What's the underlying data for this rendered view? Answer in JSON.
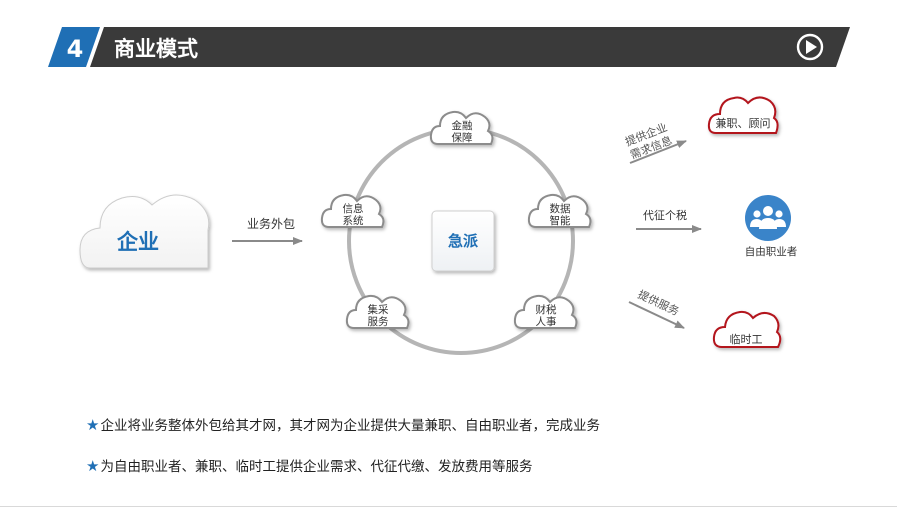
{
  "header": {
    "number": "4",
    "title": "商业模式",
    "colors": {
      "bar": "#3a3a3a",
      "accent": "#1f6fb5"
    },
    "play_icon": "play-circle-icon"
  },
  "diagram": {
    "enterprise": "企业",
    "arrow_outsource": "业务外包",
    "center": "急派",
    "nodes": [
      {
        "line1": "金融",
        "line2": "保障"
      },
      {
        "line1": "数据",
        "line2": "智能"
      },
      {
        "line1": "财税",
        "line2": "人事"
      },
      {
        "line1": "集采",
        "line2": "服务"
      },
      {
        "line1": "信息",
        "line2": "系统"
      }
    ],
    "right_arrows": {
      "top": {
        "line1": "提供企业",
        "line2": "需求信息"
      },
      "middle": "代征个税",
      "bottom": "提供服务"
    },
    "targets": {
      "parttime": "兼职、顾问",
      "freelancer": "自由职业者",
      "temp": "临时工"
    },
    "freelancer_icon": "people-group-icon"
  },
  "bullets": [
    "企业将业务整体外包给其才网，其才网为企业提供大量兼职、自由职业者，完成业务",
    "为自由职业者、兼职、临时工提供企业需求、代征代缴、发放费用等服务"
  ]
}
